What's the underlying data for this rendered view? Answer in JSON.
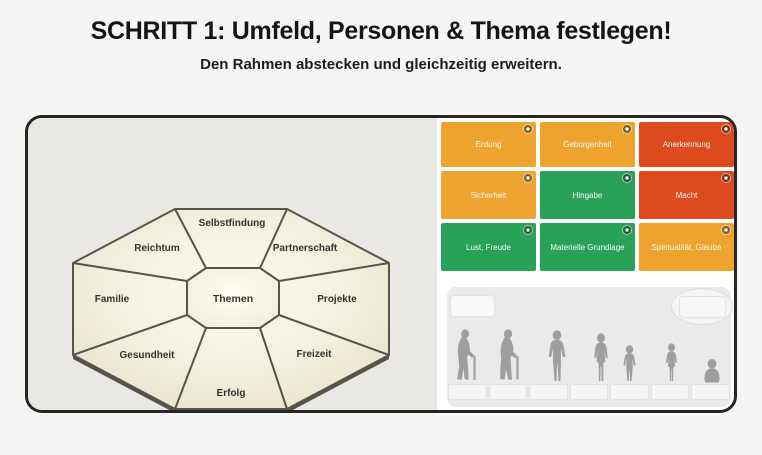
{
  "header": {
    "title": "SCHRITT 1: Umfeld, Personen & Thema festlegen!",
    "subtitle": "Den Rahmen abstecken und gleichzeitig erweitern."
  },
  "octagon": {
    "center_label": "Themen",
    "segments": [
      "Selbstfindung",
      "Partnerschaft",
      "Projekte",
      "Freizeit",
      "Erfolg",
      "Gesundheit",
      "Familie",
      "Reichtum"
    ]
  },
  "cards": {
    "badge_icon": "info-dot-icon",
    "items": [
      {
        "label": "Erdung",
        "color": "#eda32e"
      },
      {
        "label": "Geborgenheit",
        "color": "#eda32e"
      },
      {
        "label": "Anerkennung",
        "color": "#dc4a1e"
      },
      {
        "label": "Sicherheit",
        "color": "#eda32e"
      },
      {
        "label": "Hingabe",
        "color": "#2aa158"
      },
      {
        "label": "Macht",
        "color": "#dc4a1e"
      },
      {
        "label": "Lust, Freude",
        "color": "#2aa158"
      },
      {
        "label": "Materielle Grundlage",
        "color": "#2aa158"
      },
      {
        "label": "Spiritualität, Glaube",
        "color": "#eda32e"
      }
    ]
  },
  "people": {
    "figures": [
      "elderly-man-with-cane",
      "elderly-woman-with-cane",
      "adult-man",
      "adult-woman",
      "boy",
      "girl",
      "baby"
    ],
    "name_slot_count": 7
  },
  "colors": {
    "panel_border": "#262626",
    "left_background": "#e9e8e5",
    "octagon_fill": "#f3f0dd",
    "figure_gray": "#9e9e9e"
  }
}
